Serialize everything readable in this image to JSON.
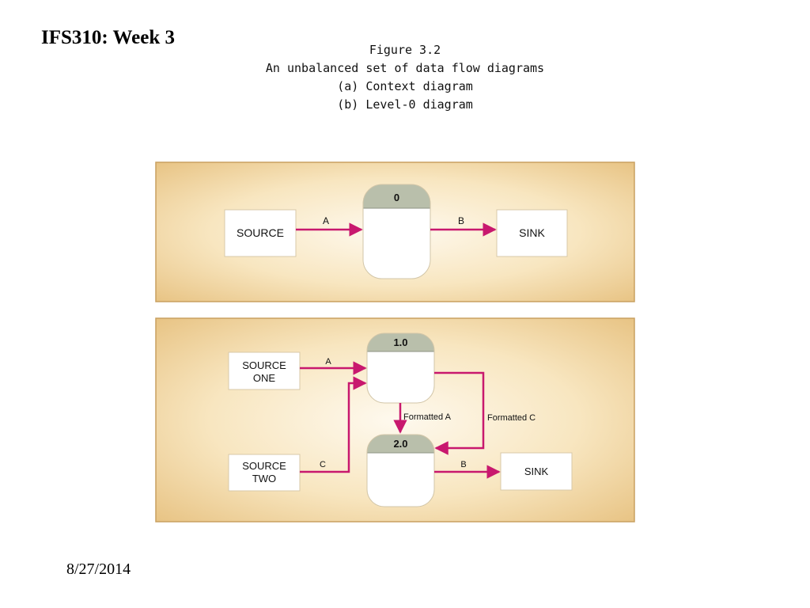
{
  "slide": {
    "title": "IFS310: Week 3",
    "date": "8/27/2014"
  },
  "figure": {
    "caption_lines": [
      "Figure 3.2",
      "An unbalanced set of data flow diagrams",
      "(a) Context diagram",
      "(b) Level-0 diagram"
    ]
  },
  "context_diagram": {
    "source_label": "SOURCE",
    "process_id": "0",
    "sink_label": "SINK",
    "flow_in_label": "A",
    "flow_out_label": "B"
  },
  "level0_diagram": {
    "source_one_lines": [
      "SOURCE",
      "ONE"
    ],
    "source_two_lines": [
      "SOURCE",
      "TWO"
    ],
    "process1_id": "1.0",
    "process2_id": "2.0",
    "sink_label": "SINK",
    "flow_a_label": "A",
    "flow_c_label": "C",
    "flow_b_label": "B",
    "formatted_a_label": "Formatted A",
    "formatted_c_label": "Formatted C"
  },
  "colors": {
    "flow_arrow": "#c8186e",
    "panel_center": "#fdf6e6",
    "panel_edge": "#e8c485",
    "panel_border": "#c9a060",
    "process_header": "#b9bfab"
  }
}
